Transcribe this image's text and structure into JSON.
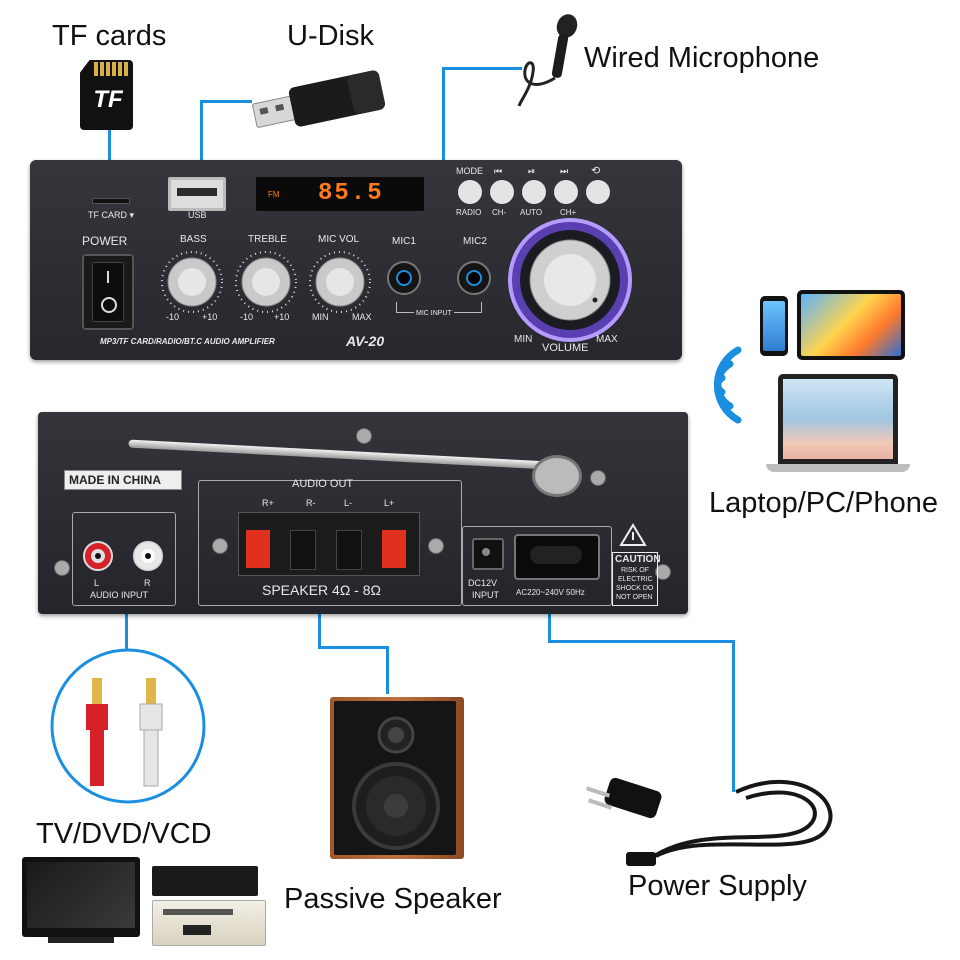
{
  "labels": {
    "tf_cards": "TF cards",
    "u_disk": "U-Disk",
    "wired_microphone": "Wired Microphone",
    "laptop_pc_phone": "Laptop/PC/Phone",
    "tv_dvd_vcd": "TV/DVD/VCD",
    "passive_speaker": "Passive Speaker",
    "power_supply": "Power Supply"
  },
  "front_panel": {
    "tf_card_label": "TF CARD ▾",
    "usb_label": "USB",
    "display_value": "85.5",
    "display_mode": "FM",
    "power_label": "POWER",
    "bass_label": "BASS",
    "treble_label": "TREBLE",
    "mic_vol_label": "MIC  VOL",
    "bass_min": "-10",
    "bass_max": "+10",
    "treble_min": "-10",
    "treble_max": "+10",
    "mic_min": "MIN",
    "mic_max": "MAX",
    "mic1_label": "MIC1",
    "mic2_label": "MIC2",
    "mic_input_label": "MIC INPUT",
    "mode_label": "MODE",
    "radio_label": "RADIO",
    "ch_minus": "CH-",
    "auto_label": "AUTO",
    "ch_plus": "CH+",
    "model_text": "MP3/TF CARD/RADIO/BT.C AUDIO AMPLIFIER",
    "model_name": "AV-20",
    "volume_label": "VOLUME",
    "volume_min": "MIN",
    "volume_max": "MAX",
    "tf_card_logo": "TF"
  },
  "back_panel": {
    "made_in": "MADE IN CHINA",
    "audio_out": "AUDIO OUT",
    "r_plus": "R+",
    "r_minus": "R-",
    "l_minus": "L-",
    "l_plus": "L+",
    "speaker_label": "SPEAKER 4Ω - 8Ω",
    "audio_l": "L",
    "audio_r": "R",
    "audio_input": "AUDIO INPUT",
    "dc_label": "DC12V",
    "dc_input": "INPUT",
    "ac_label": "AC220~240V 50Hz",
    "caution": "CAUTION",
    "caution_text_1": "RISK OF",
    "caution_text_2": "ELECTRIC",
    "caution_text_3": "SHOCK DO",
    "caution_text_4": "NOT OPEN"
  },
  "colors": {
    "wire": "#1a8fe0",
    "panel": "#2b2d33",
    "display_digits": "#ff7a1a",
    "volume_ring": "#9b6bff",
    "bluetooth": "#1a8fe0"
  }
}
